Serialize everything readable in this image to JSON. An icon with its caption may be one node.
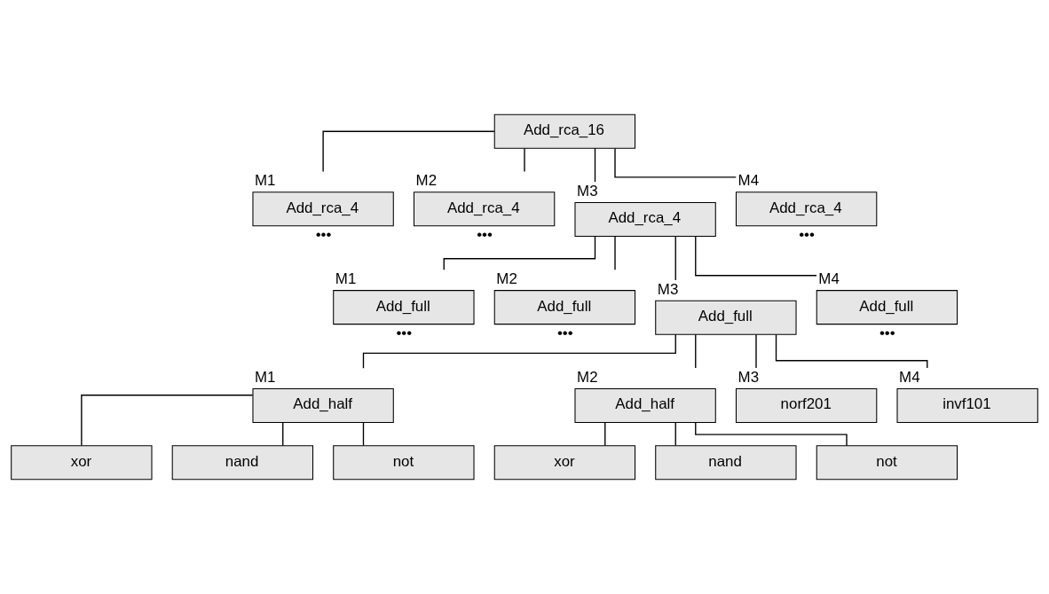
{
  "diagram": {
    "nodes": [
      {
        "text": [
          "Add_rca_16"
        ]
      },
      {
        "text": [
          "Add_rca_4"
        ],
        "beside": [
          "M1",
          "•••"
        ]
      },
      {
        "text": [
          "Add_rca_4"
        ],
        "beside": [
          "M2",
          "•••"
        ]
      },
      {
        "text": [
          "Add_rca_4"
        ],
        "beside": [
          "M3"
        ]
      },
      {
        "text": [
          "Add_rca_4"
        ],
        "beside": [
          "M4",
          "•••"
        ]
      },
      {
        "text": [
          "Add_full"
        ],
        "beside": [
          "M1",
          "•••"
        ]
      },
      {
        "text": [
          "Add_full"
        ],
        "beside": [
          "M2",
          "•••"
        ]
      },
      {
        "text": [
          "Add_full"
        ],
        "beside": [
          "M3"
        ]
      },
      {
        "text": [
          "Add_full"
        ],
        "beside": [
          "M4",
          "•••"
        ]
      },
      {
        "text": [
          "Add_half"
        ],
        "beside": [
          "M1"
        ]
      },
      {
        "text": [
          "Add_half"
        ],
        "beside": [
          "M2"
        ]
      },
      {
        "text": [
          "norf201"
        ],
        "beside": [
          "M3"
        ]
      },
      {
        "text": [
          "invf101"
        ],
        "beside": [
          "M4"
        ]
      },
      {
        "text": [
          "xor"
        ]
      },
      {
        "text": [
          "nand"
        ]
      },
      {
        "text": [
          "not"
        ]
      },
      {
        "text": [
          "xor"
        ]
      },
      {
        "text": [
          "nand"
        ]
      },
      {
        "text": [
          "not"
        ]
      }
    ],
    "edges": [
      {
        "from": 0,
        "to": 1,
        "arrow": "none"
      },
      {
        "from": 0,
        "to": 2,
        "arrow": "none"
      },
      {
        "from": 0,
        "to": 3,
        "arrow": "none"
      },
      {
        "from": 0,
        "to": 4,
        "arrow": "none"
      },
      {
        "from": 3,
        "to": 5,
        "arrow": "none"
      },
      {
        "from": 3,
        "to": 6,
        "arrow": "none"
      },
      {
        "from": 3,
        "to": 7,
        "arrow": "none"
      },
      {
        "from": 3,
        "to": 8,
        "arrow": "none"
      },
      {
        "from": 7,
        "to": 9,
        "arrow": "none"
      },
      {
        "from": 7,
        "to": 10,
        "arrow": "none"
      },
      {
        "from": 7,
        "to": 11,
        "arrow": "none"
      },
      {
        "from": 7,
        "to": 12,
        "arrow": "none"
      },
      {
        "from": 9,
        "to": 13,
        "arrow": "none"
      },
      {
        "from": 9,
        "to": 14,
        "arrow": "none"
      },
      {
        "from": 9,
        "to": 15,
        "arrow": "none"
      },
      {
        "from": 10,
        "to": 16,
        "arrow": "none"
      },
      {
        "from": 10,
        "to": 17,
        "arrow": "none"
      },
      {
        "from": 10,
        "to": 18,
        "arrow": "none"
      }
    ]
  }
}
